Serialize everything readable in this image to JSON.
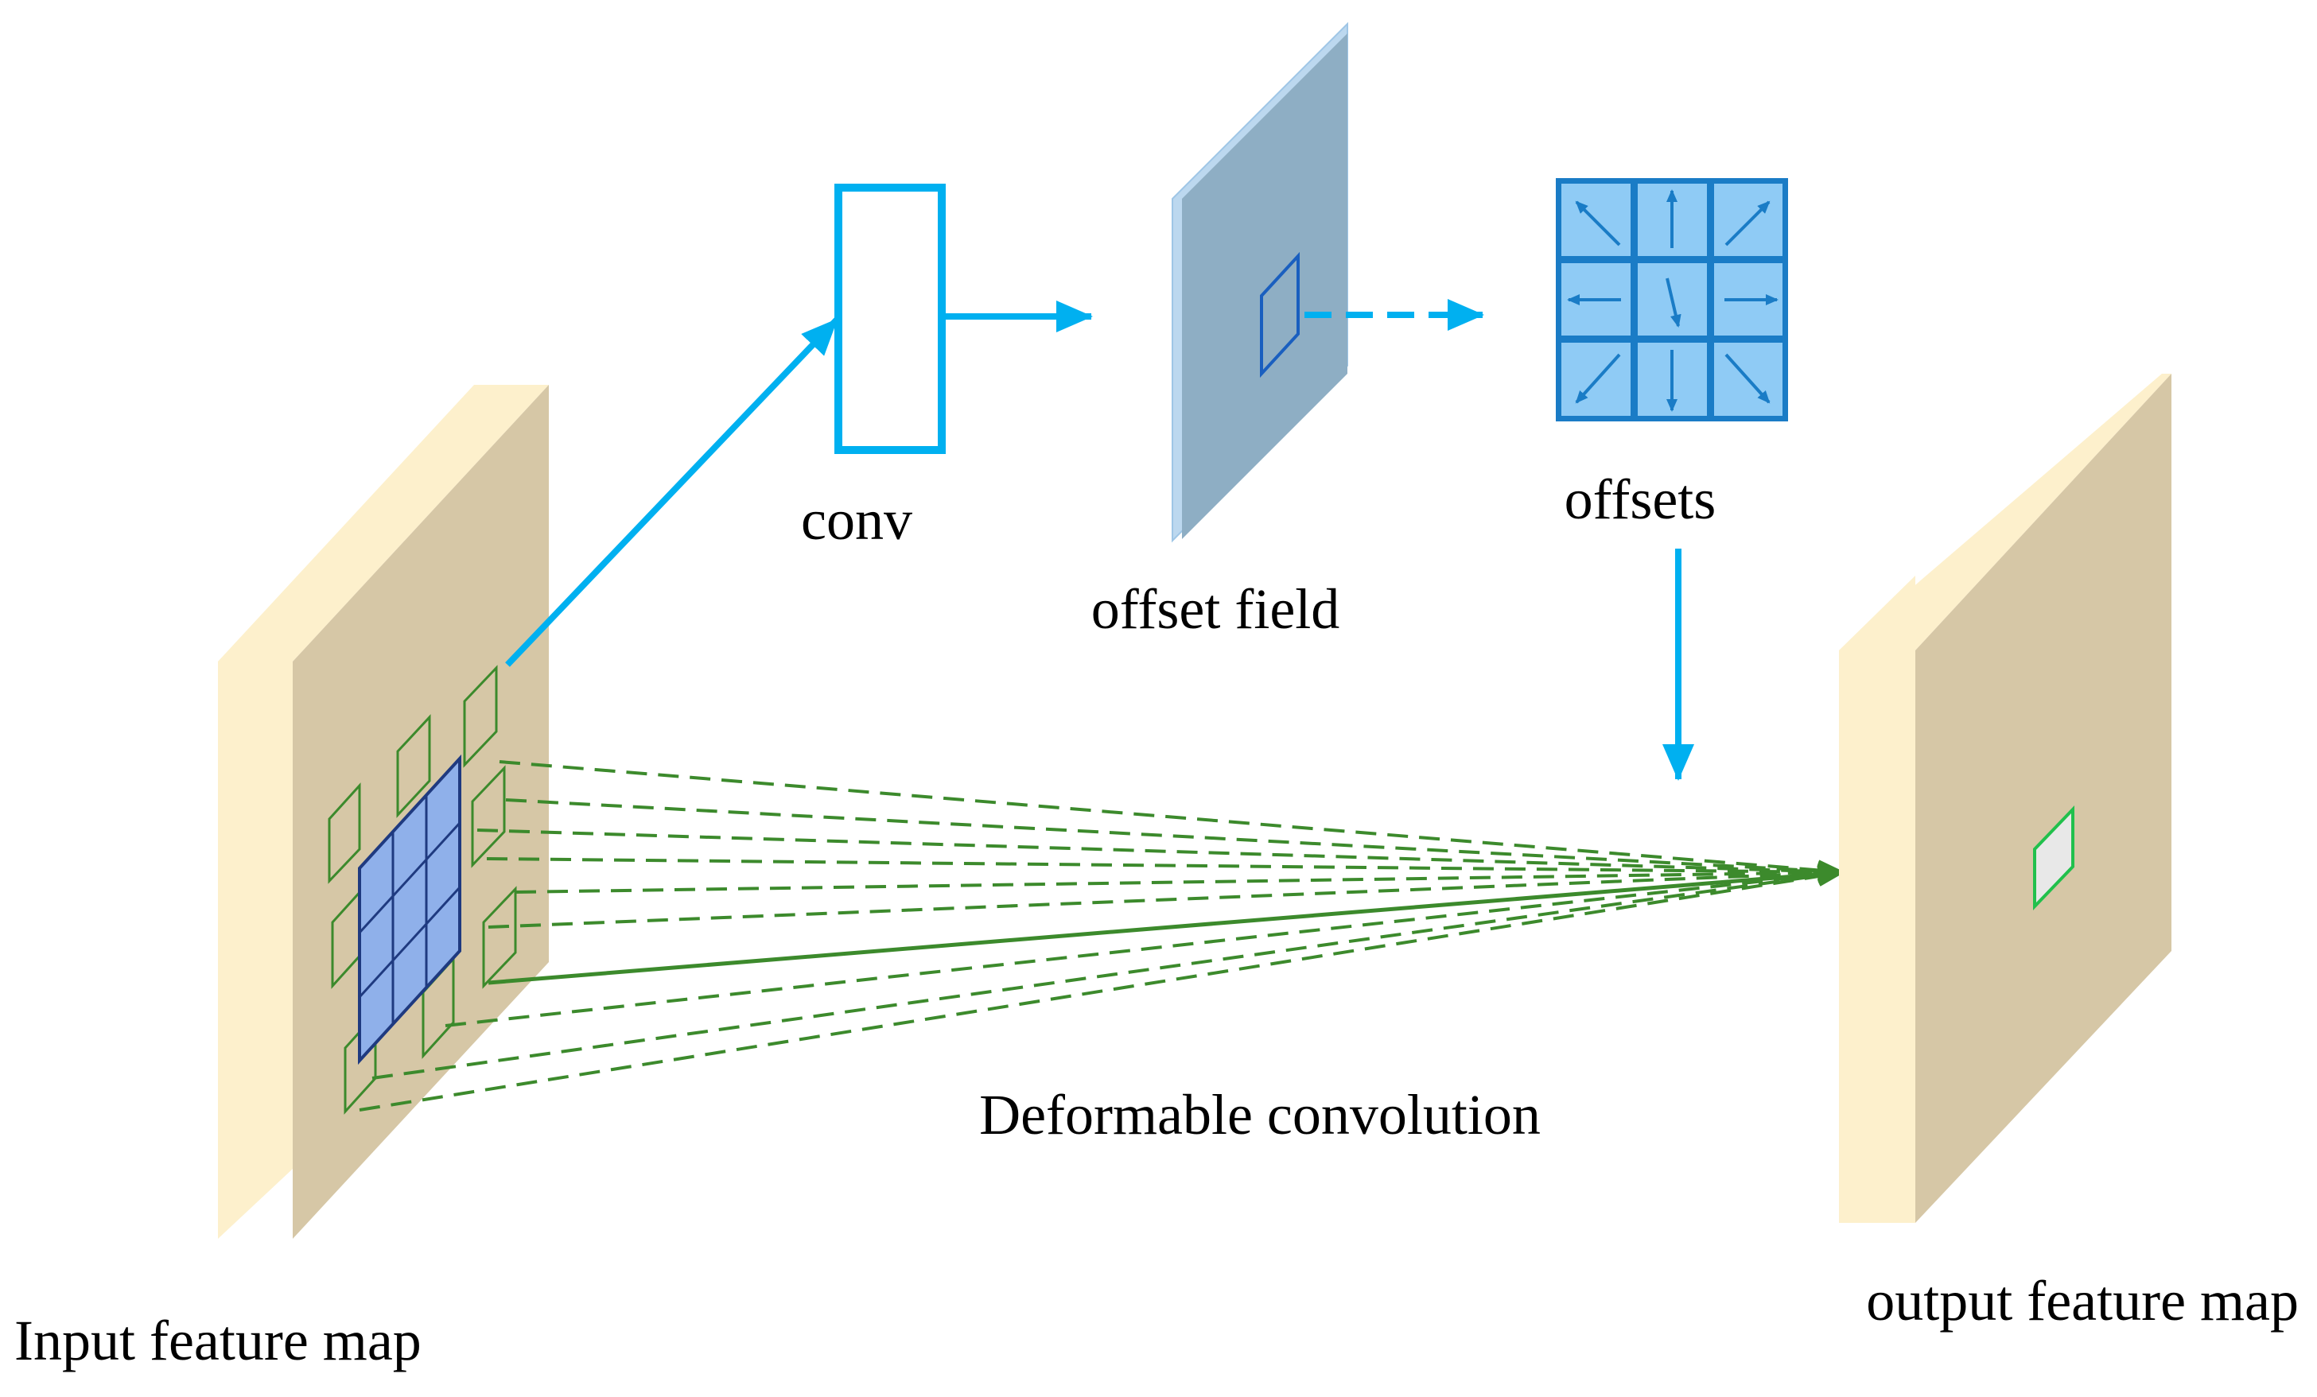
{
  "labels": {
    "conv": "conv",
    "offset_field": "offset field",
    "offsets": "offsets",
    "deformable_convolution": "Deformable convolution",
    "input_feature_map": "Input feature map",
    "output_feature_map": "output feature map"
  },
  "colors": {
    "flow_arrow": "#00b0f0",
    "feature_map_face": "#d6c7a6",
    "feature_map_side": "#fdf0cc",
    "offset_field_face": "#8eaec4",
    "offset_field_edge": "#bcd8ef",
    "offsets_cell": "#8fcbf5",
    "offsets_border": "#1a7cc6",
    "sampling_line": "#3c8a2c",
    "kernel_fill": "#8fb0ea",
    "kernel_border": "#1f3a80",
    "output_cell": "#21c04c"
  },
  "icons": {
    "offset_arrows": [
      "arrow-up-left",
      "arrow-up",
      "arrow-up-right",
      "arrow-left",
      "arrow-down-slight-right",
      "arrow-right",
      "arrow-down-left",
      "arrow-down",
      "arrow-down-right"
    ]
  }
}
